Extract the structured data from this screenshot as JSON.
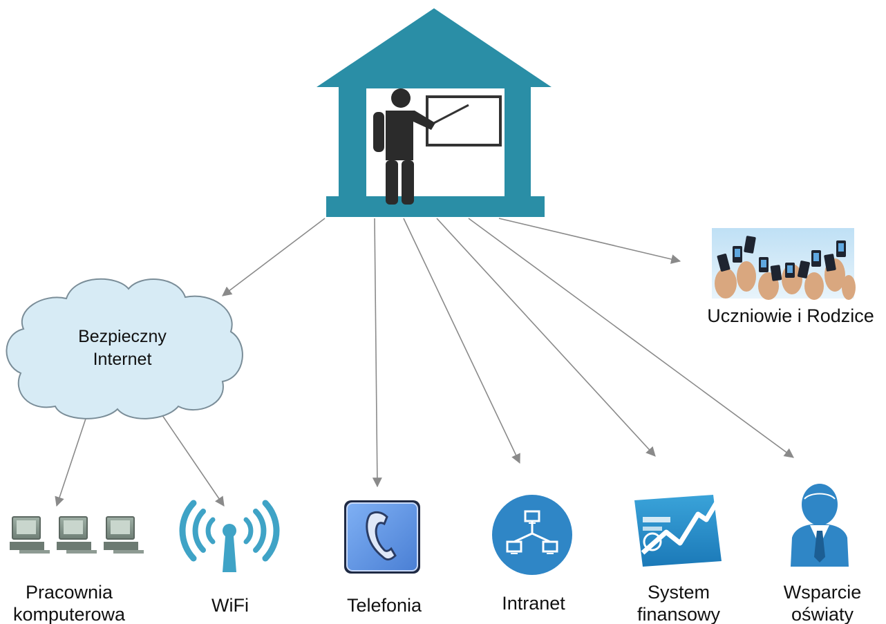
{
  "cloud": {
    "line1": "Bezpieczny",
    "line2": "Internet"
  },
  "nodes": {
    "parents": {
      "label": "Uczniowie i Rodzice"
    },
    "lab": {
      "line1": "Pracownia",
      "line2": "komputerowa"
    },
    "wifi": {
      "label": "WiFi"
    },
    "phone": {
      "label": "Telefonia"
    },
    "intranet": {
      "label": "Intranet"
    },
    "finance": {
      "line1": "System",
      "line2": "finansowy"
    },
    "support": {
      "line1": "Wsparcie",
      "line2": "oświaty"
    }
  },
  "colors": {
    "school": "#2a8ea6",
    "cloud_fill": "#d7ebf5",
    "cloud_stroke": "#7a8d98",
    "arrow": "#8a8a8a",
    "icon_blue": "#2f86c6",
    "phone_blue": "#5b8fe0"
  },
  "icons": [
    "school-building-icon",
    "teacher-icon",
    "cloud-icon",
    "computer-icon",
    "wifi-antenna-icon",
    "telephone-icon",
    "network-icon",
    "finance-chart-icon",
    "businessman-icon",
    "phones-crowd-icon"
  ]
}
